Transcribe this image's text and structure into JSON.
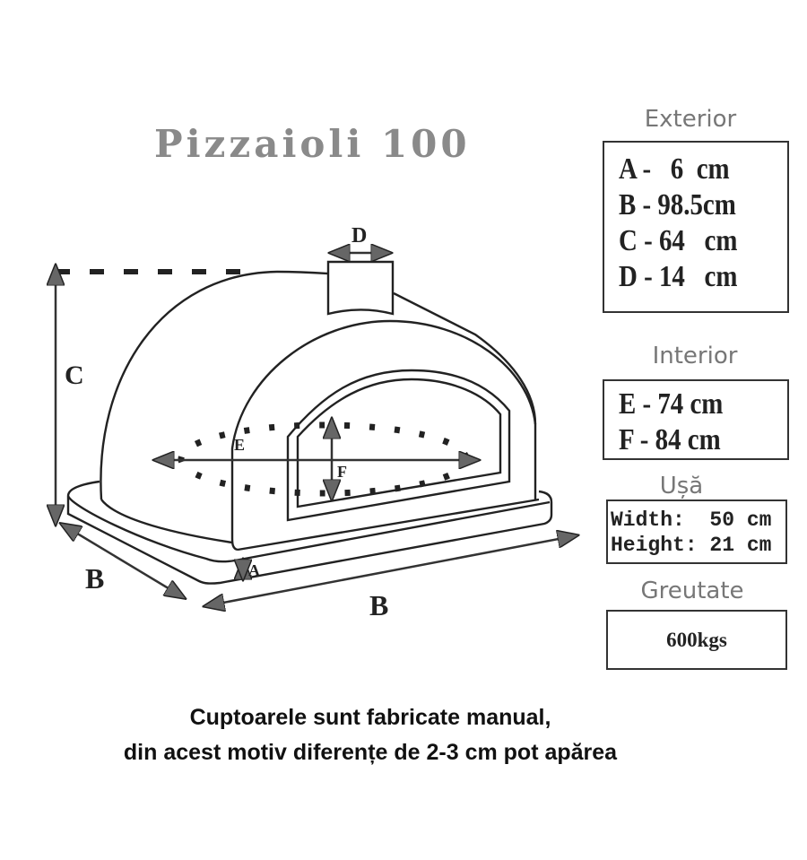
{
  "title": "Pizzaioli 100",
  "diagram": {
    "labels": {
      "A": "A",
      "B_left": "B",
      "B_bottom": "B",
      "C": "C",
      "D": "D",
      "E": "E",
      "F": "F"
    }
  },
  "exterior": {
    "heading": "Exterior",
    "rows": [
      "A -   6  cm",
      "B - 98.5cm",
      "C - 64   cm",
      "D - 14   cm"
    ]
  },
  "interior": {
    "heading": "Interior",
    "rows": [
      "E - 74 cm",
      "F - 84 cm"
    ]
  },
  "door": {
    "heading": "Ușă",
    "rows": [
      "Width:  50 cm",
      "Height: 21 cm"
    ]
  },
  "weight": {
    "heading": "Greutate",
    "value": "600kgs"
  },
  "note": {
    "line1": "Cuptoarele sunt fabricate manual,",
    "line2": "din acest motiv diferențe de 2-3 cm pot apărea"
  }
}
